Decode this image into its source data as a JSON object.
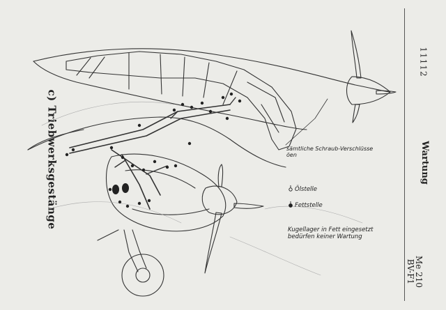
{
  "header": {
    "page_number": "11112",
    "title": "Wartung",
    "aircraft_type_line1": "Me 210",
    "aircraft_type_line2": "BV-F1"
  },
  "section": {
    "title": "c) Triebwerksgestänge"
  },
  "annotations": {
    "callout_line1": "sämtliche Schraub-Verschlüsse",
    "callout_line2": "öen",
    "legend_oil": "Ölstelle",
    "legend_grease": "Fettstelle",
    "bearing_note_line1": "Kugellager in Fett eingesetzt",
    "bearing_note_line2": "bedürfen keiner Wartung"
  },
  "colors": {
    "paper": "#ecece8",
    "ink": "#222222"
  }
}
